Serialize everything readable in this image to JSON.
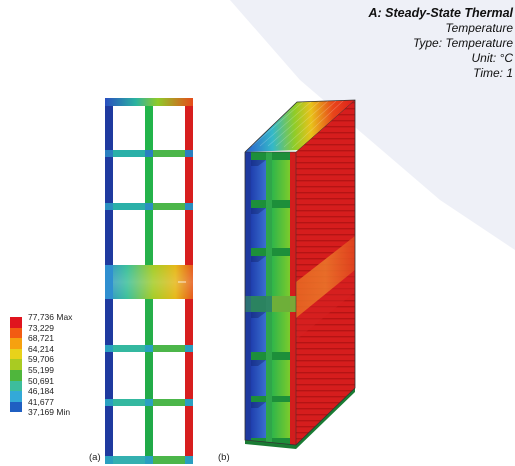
{
  "result": {
    "title": "A: Steady-State Thermal",
    "quantity": "Temperature",
    "type_line": "Type: Temperature",
    "unit_line": "Unit: °C",
    "time_line": "Time: 1"
  },
  "legend": {
    "entries": [
      {
        "label": "77,736 Max",
        "color": "#e0141e"
      },
      {
        "label": "73,229",
        "color": "#f25c12"
      },
      {
        "label": "68,721",
        "color": "#f6a10f"
      },
      {
        "label": "64,214",
        "color": "#e8d21a"
      },
      {
        "label": "59,706",
        "color": "#a9cb22"
      },
      {
        "label": "55,199",
        "color": "#4fb63c"
      },
      {
        "label": "50,691",
        "color": "#3dbd9c"
      },
      {
        "label": "46,184",
        "color": "#33a9d8"
      },
      {
        "label": "41,677",
        "color": "#1f5fc2"
      },
      {
        "label": "37,169 Min",
        "color": "#1c2f9b"
      }
    ]
  },
  "panels": {
    "a_label": "(a)",
    "b_label": "(b)"
  }
}
